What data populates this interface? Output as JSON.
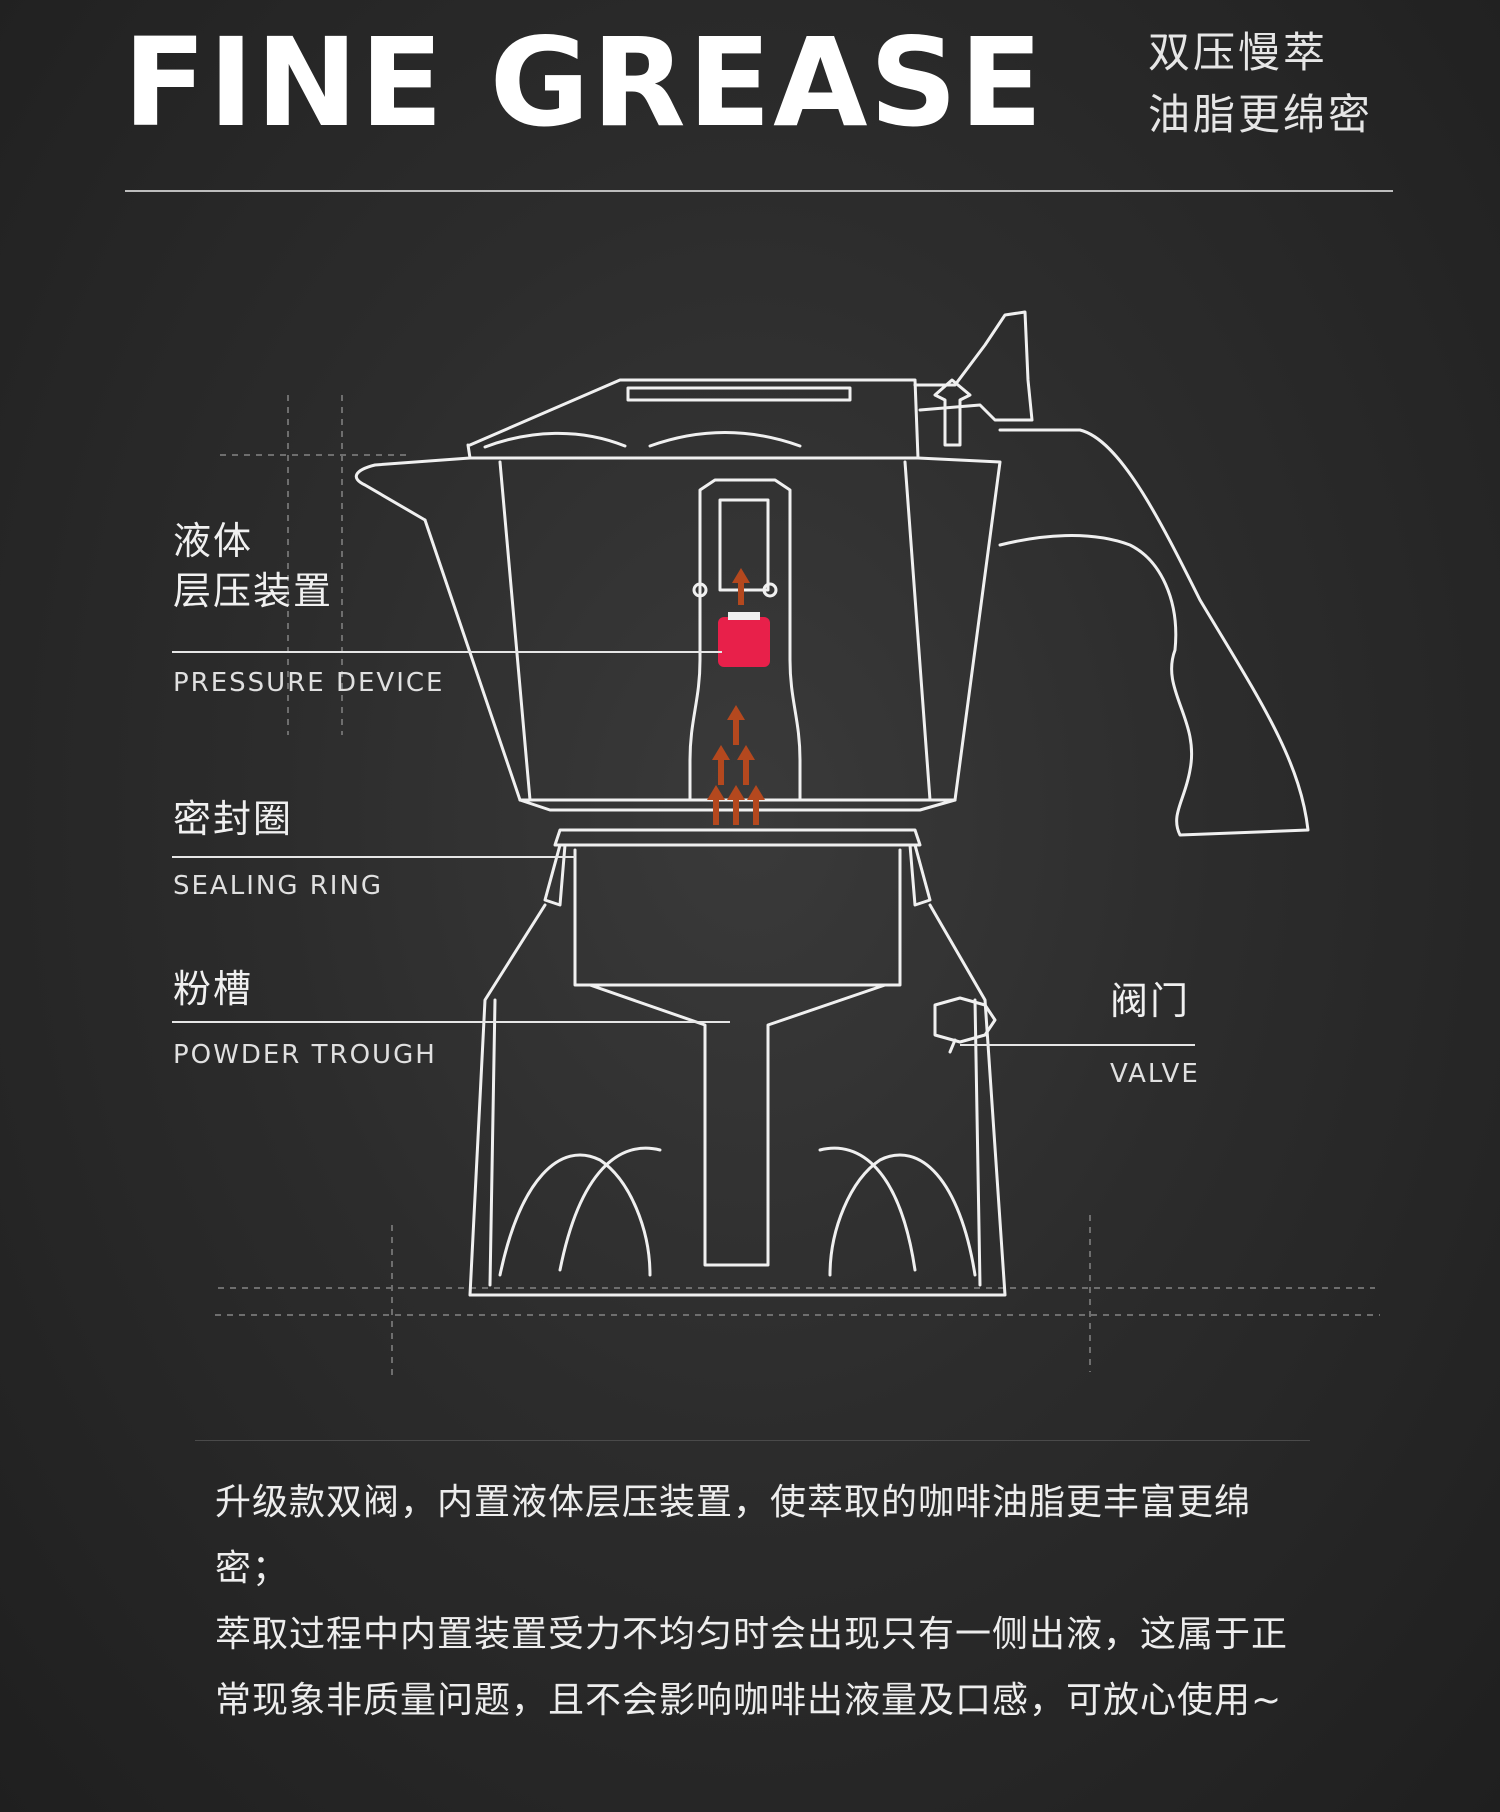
{
  "header": {
    "title": "FINE GREASE",
    "subtitle_line1": "双压慢萃",
    "subtitle_line2": "油脂更绵密"
  },
  "callouts": {
    "pressure_device": {
      "cn_line1": "液体",
      "cn_line2": "层压装置",
      "en": "PRESSURE DEVICE"
    },
    "sealing_ring": {
      "cn": "密封圈",
      "en": "SEALING RING"
    },
    "powder_trough": {
      "cn": "粉槽",
      "en": "POWDER TROUGH"
    },
    "valve": {
      "cn": "阀门",
      "en": "VALVE"
    }
  },
  "description": {
    "paragraph1": "升级款双阀，内置液体层压装置，使萃取的咖啡油脂更丰富更绵密；",
    "paragraph2": "萃取过程中内置装置受力不均匀时会出现只有一侧出液，这属于正常现象非质量问题，且不会影响咖啡出液量及口感，可放心使用~"
  },
  "colors": {
    "background": "#2c2c2c",
    "line": "#f0f0f0",
    "pressure_device": "#e8204a",
    "arrows": "#b4481e"
  }
}
